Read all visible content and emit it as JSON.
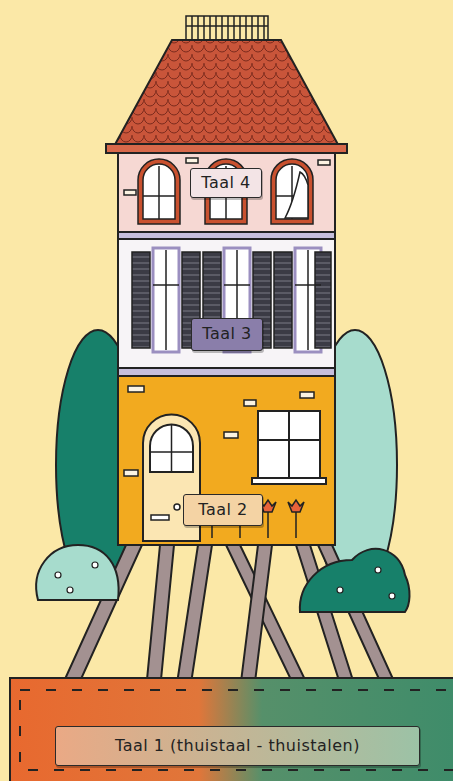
{
  "diagram": {
    "nodes": [
      {
        "text": [
          "Taal 4"
        ]
      },
      {
        "text": [
          "Taal 3"
        ]
      },
      {
        "text": [
          "Taal 2"
        ]
      },
      {
        "text": [
          "Taal 1 (thuistaal - thuistalen)"
        ]
      }
    ]
  }
}
